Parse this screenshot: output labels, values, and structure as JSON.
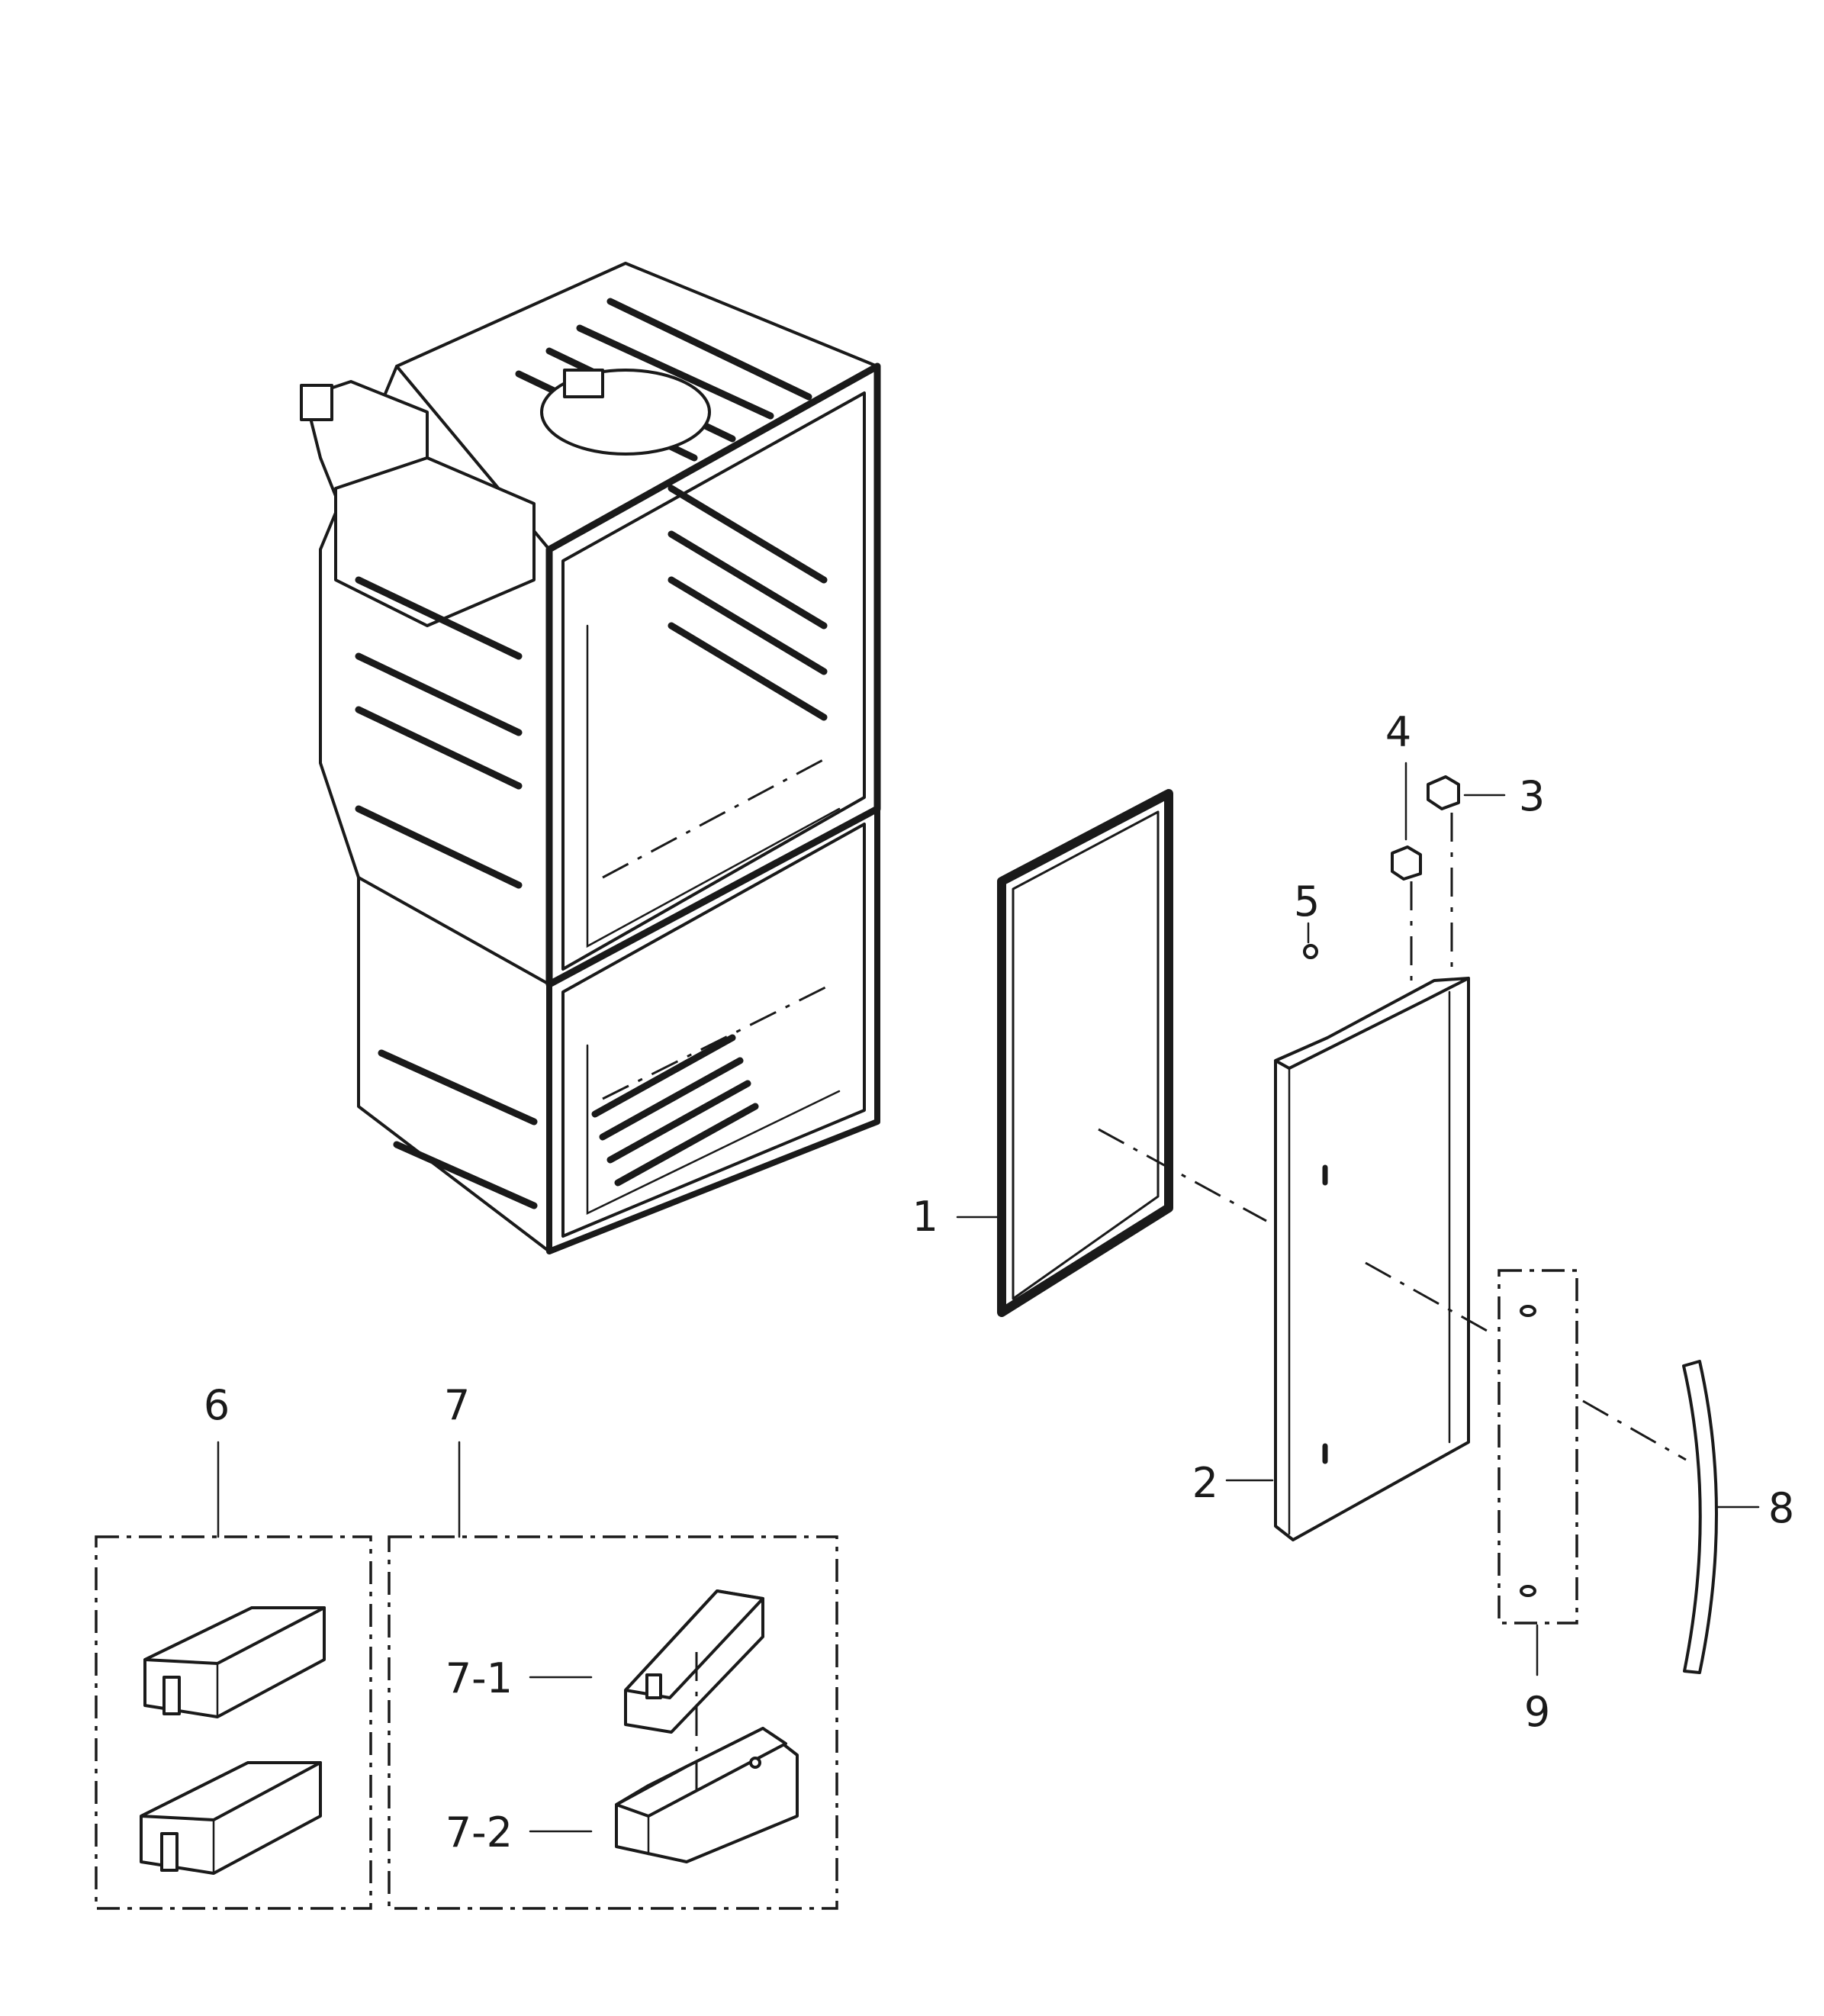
{
  "callouts": {
    "c1": "1",
    "c2": "2",
    "c3": "3",
    "c4": "4",
    "c5": "5",
    "c6": "6",
    "c7": "7",
    "c7_1": "7-1",
    "c7_2": "7-2",
    "c8": "8",
    "c9": "9"
  }
}
